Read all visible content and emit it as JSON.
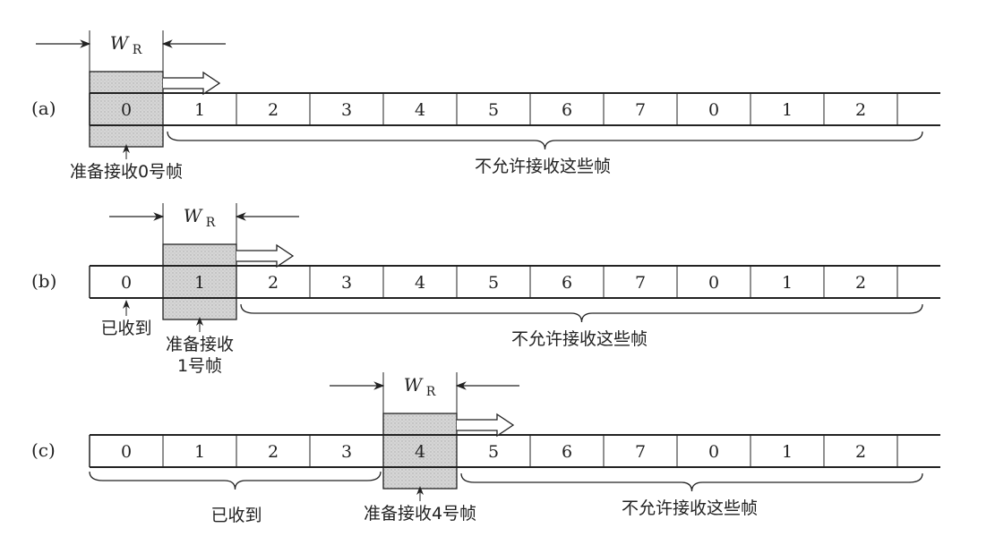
{
  "colors": {
    "line": "#222222",
    "shade": "#cfcfcf",
    "background": "#ffffff"
  },
  "window_label": "W",
  "window_label_sub": "R",
  "frame_sequence": [
    "0",
    "1",
    "2",
    "3",
    "4",
    "5",
    "6",
    "7",
    "0",
    "1",
    "2"
  ],
  "rows": [
    {
      "label": "(a)",
      "window_index": 0,
      "received_label": "",
      "ready_label_lines": [
        "准备接收0号帧"
      ],
      "not_allowed_label": "不允许接收这些帧"
    },
    {
      "label": "(b)",
      "window_index": 1,
      "received_label": "已收到",
      "ready_label_lines": [
        "准备接收",
        "1号帧"
      ],
      "not_allowed_label": "不允许接收这些帧"
    },
    {
      "label": "(c)",
      "window_index": 4,
      "received_label": "已收到",
      "ready_label_lines": [
        "准备接收4号帧"
      ],
      "not_allowed_label": "不允许接收这些帧"
    }
  ]
}
